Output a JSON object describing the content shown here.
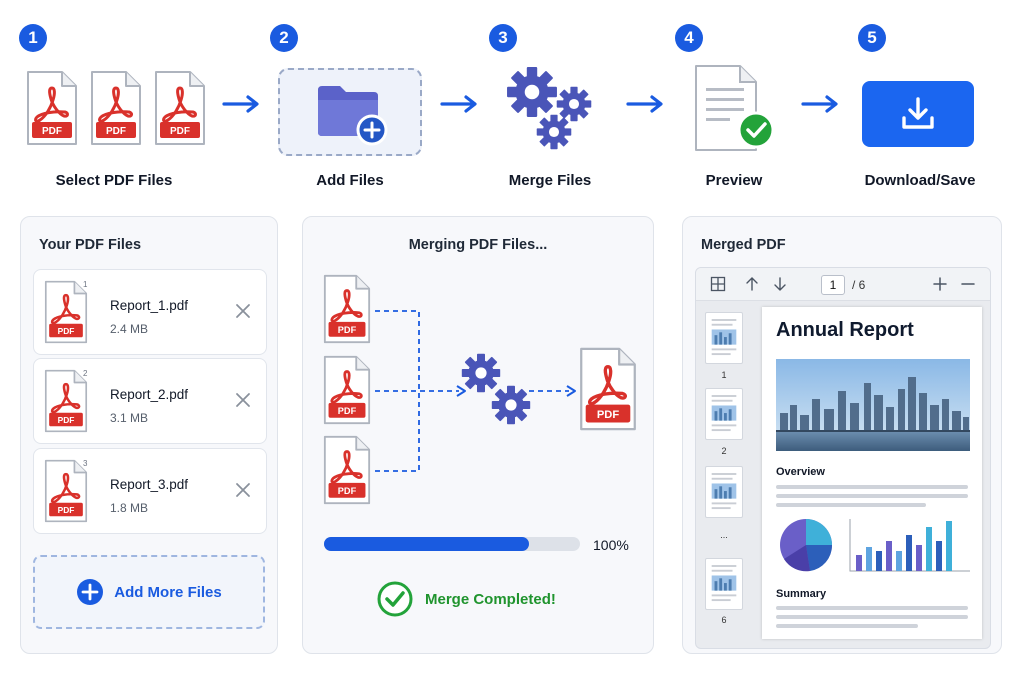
{
  "steps": [
    {
      "number": "1",
      "label": "Select PDF Files"
    },
    {
      "number": "2",
      "label": "Add Files"
    },
    {
      "number": "3",
      "label": "Merge Files"
    },
    {
      "number": "4",
      "label": "Preview"
    },
    {
      "number": "5",
      "label": "Download/Save"
    }
  ],
  "pdf_badge": "PDF",
  "your_files": {
    "title": "Your PDF Files",
    "files": [
      {
        "index": "1",
        "name": "Report_1.pdf",
        "size": "2.4 MB"
      },
      {
        "index": "2",
        "name": "Report_2.pdf",
        "size": "3.1 MB"
      },
      {
        "index": "3",
        "name": "Report_3.pdf",
        "size": "1.8 MB"
      }
    ],
    "add_more_label": "Add More Files"
  },
  "merging": {
    "title": "Merging PDF Files...",
    "progress_value": 0.8,
    "progress_label": "100%",
    "completed_label": "Merge Completed!"
  },
  "merged": {
    "title": "Merged PDF",
    "viewer": {
      "current_page": "1",
      "total_pages": "/ 6",
      "thumbnails": [
        "1",
        "2",
        "...",
        "6"
      ],
      "document_title": "Annual Report",
      "overview_heading": "Overview",
      "summary_heading": "Summary"
    }
  },
  "colors": {
    "accent": "#1a5be0",
    "pdf_red": "#d9312b",
    "success": "#20942e",
    "gear": "#4a55b8"
  },
  "icons": [
    "pdf-file-icon",
    "folder-plus-icon",
    "gears-icon",
    "document-check-icon",
    "download-icon",
    "close-icon",
    "plus-circle-icon",
    "check-circle-icon",
    "grid-icon",
    "arrow-up-icon",
    "arrow-down-icon",
    "zoom-in-icon",
    "zoom-out-icon"
  ]
}
